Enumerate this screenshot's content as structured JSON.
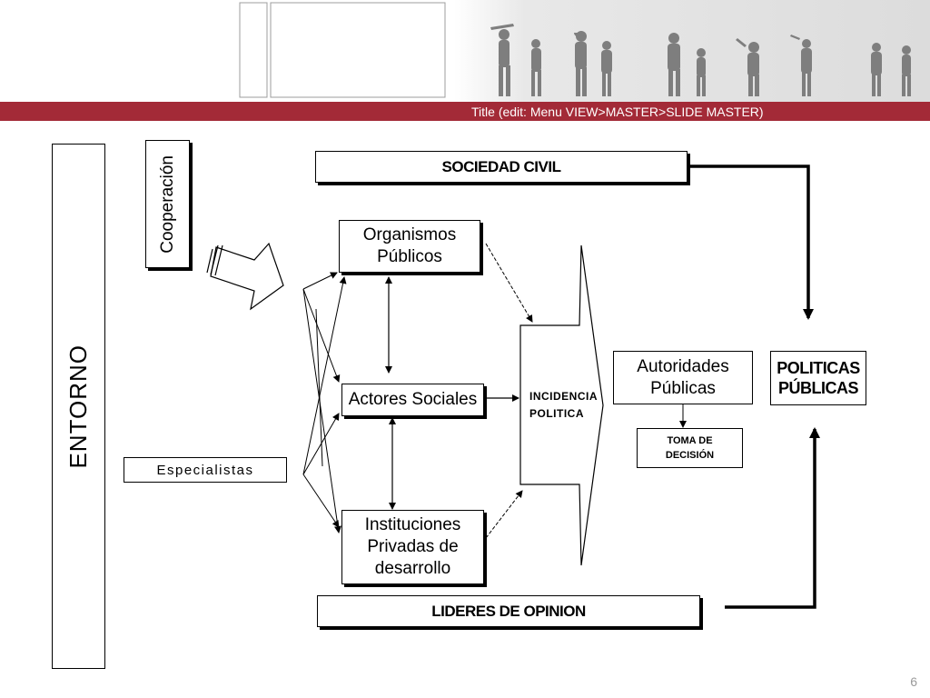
{
  "header": {
    "title_placeholder": "Title (edit: Menu VIEW>MASTER>SLIDE MASTER)",
    "accent_color": "#a32a37"
  },
  "slide_number": "6",
  "diagram": {
    "entorno": "ENTORNO",
    "cooperacion": "Cooperación",
    "especialistas": "Especialistas",
    "sociedad_civil": "SOCIEDAD CIVIL",
    "organismos_publicos_line1": "Organismos",
    "organismos_publicos_line2": "Públicos",
    "actores_sociales": "Actores Sociales",
    "instituciones_line1": "Instituciones",
    "instituciones_line2": "Privadas de",
    "instituciones_line3": "desarrollo",
    "incidencia_line1": "INCIDENCIA",
    "incidencia_line2": "POLITICA",
    "autoridades_line1": "Autoridades",
    "autoridades_line2": "Públicas",
    "toma_line1": "TOMA DE",
    "toma_line2": "DECISIÓN",
    "politicas_line1": "POLITICAS",
    "politicas_line2": "PÚBLICAS",
    "lideres_opinion": "LIDERES DE OPINION"
  }
}
